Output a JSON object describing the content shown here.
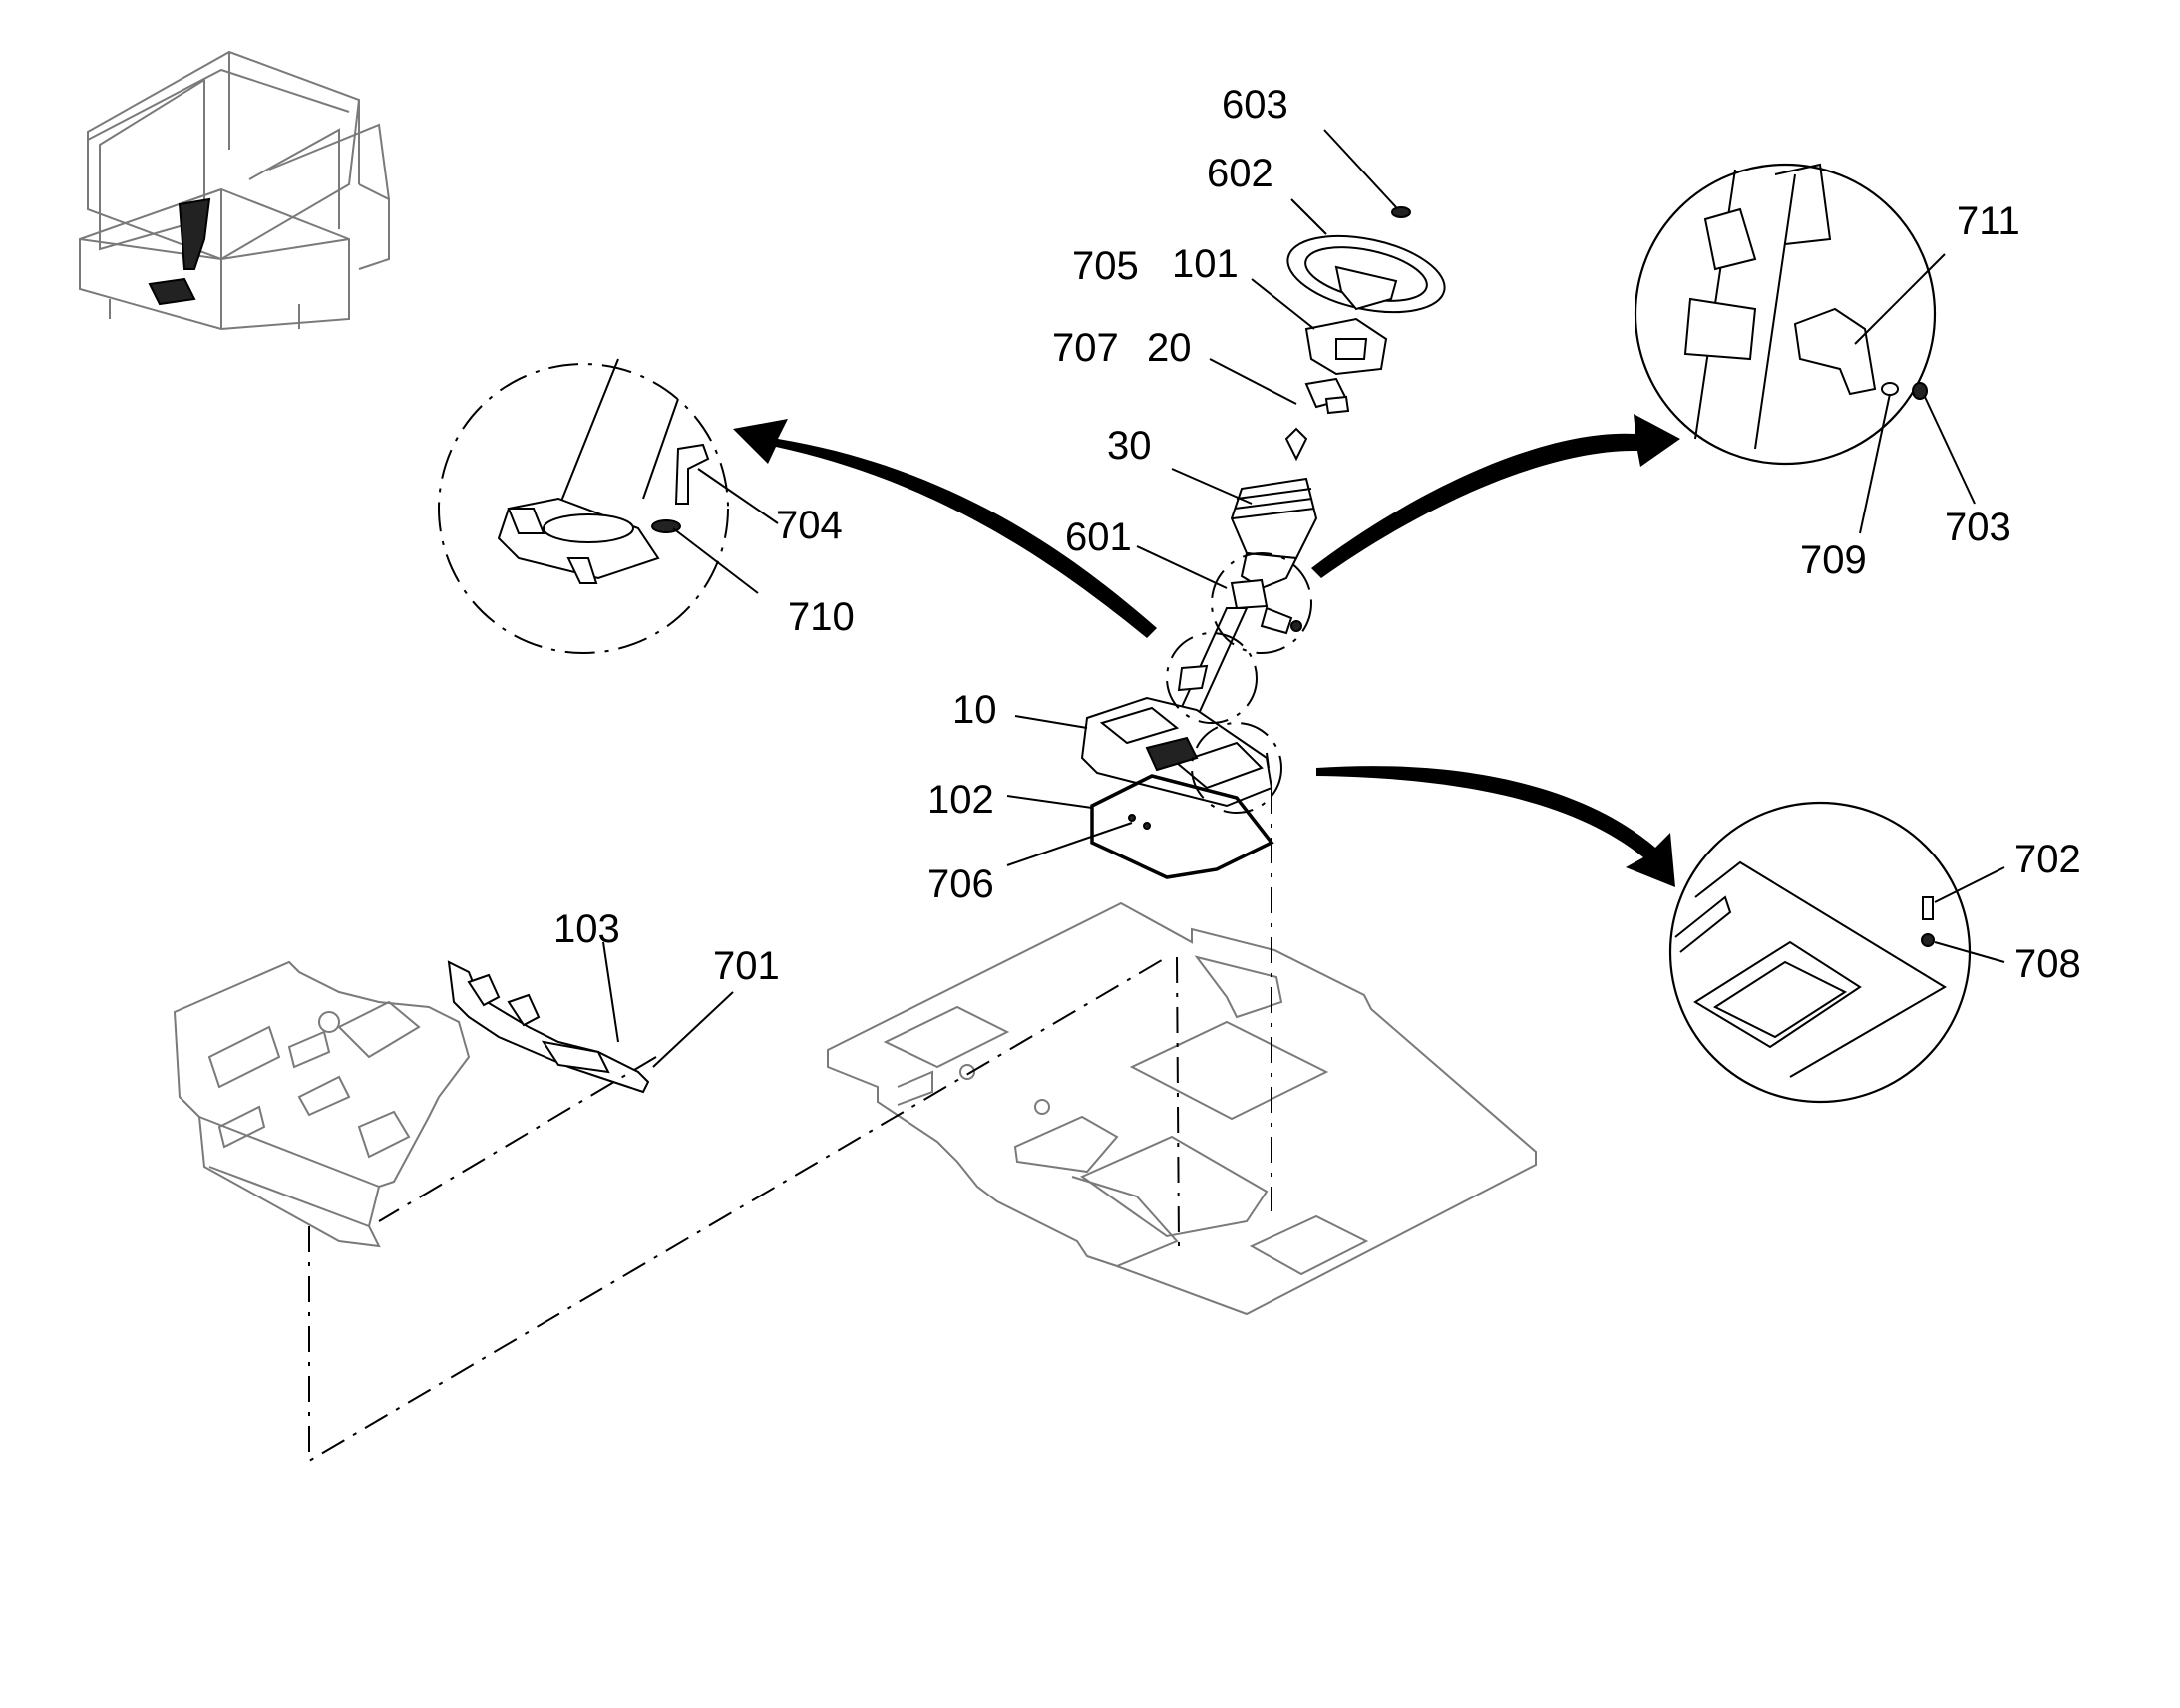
{
  "diagram": {
    "callouts": [
      {
        "id": "603",
        "text": "603"
      },
      {
        "id": "602",
        "text": "602"
      },
      {
        "id": "705",
        "text": "705"
      },
      {
        "id": "101",
        "text": "101"
      },
      {
        "id": "707",
        "text": "707"
      },
      {
        "id": "20",
        "text": "20"
      },
      {
        "id": "30",
        "text": "30"
      },
      {
        "id": "601",
        "text": "601"
      },
      {
        "id": "10",
        "text": "10"
      },
      {
        "id": "102",
        "text": "102"
      },
      {
        "id": "706",
        "text": "706"
      },
      {
        "id": "103",
        "text": "103"
      },
      {
        "id": "701",
        "text": "701"
      },
      {
        "id": "704",
        "text": "704"
      },
      {
        "id": "710",
        "text": "710"
      },
      {
        "id": "711",
        "text": "711"
      },
      {
        "id": "709",
        "text": "709"
      },
      {
        "id": "703",
        "text": "703"
      },
      {
        "id": "702",
        "text": "702"
      },
      {
        "id": "708",
        "text": "708"
      }
    ]
  }
}
